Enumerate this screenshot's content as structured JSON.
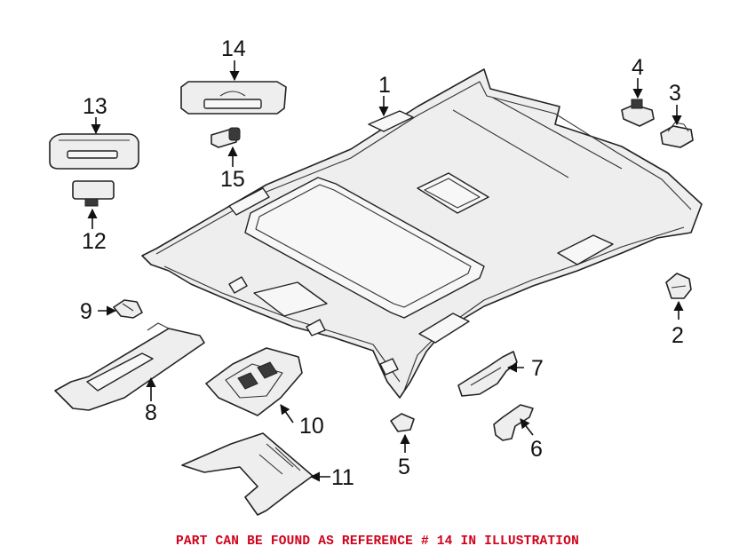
{
  "colors": {
    "background": "#ffffff",
    "line": "#222222",
    "part_fill": "#eeeeee",
    "note": "#d0021b"
  },
  "callouts": {
    "c1": "1",
    "c2": "2",
    "c3": "3",
    "c4": "4",
    "c5": "5",
    "c6": "6",
    "c7": "7",
    "c8": "8",
    "c9": "9",
    "c10": "10",
    "c11": "11",
    "c12": "12",
    "c13": "13",
    "c14": "14",
    "c15": "15"
  },
  "footer": {
    "note": "PART CAN BE FOUND AS REFERENCE # 14 IN ILLUSTRATION"
  }
}
